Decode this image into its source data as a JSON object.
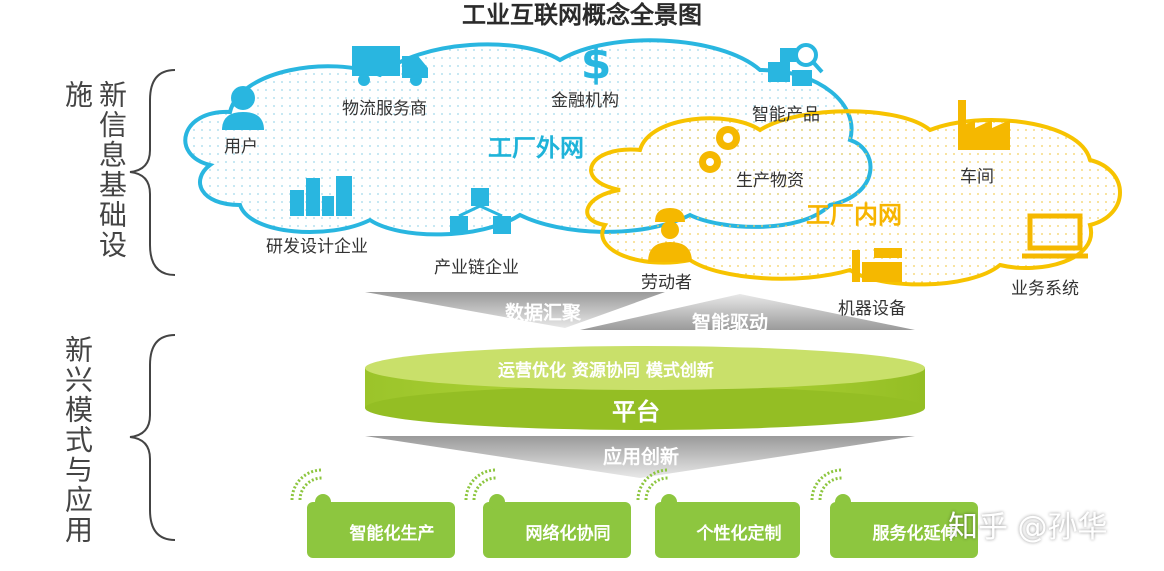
{
  "title": "工业互联网概念全景图",
  "left_labels": {
    "top": "新信息基础设施",
    "bottom": "新兴模式与应用"
  },
  "clouds": {
    "external": {
      "name": "工厂外网",
      "items": {
        "user": "用户",
        "logistics": "物流服务商",
        "finance": "金融机构",
        "smart_product": "智能产品",
        "rnd": "研发设计企业",
        "supply_chain": "产业链企业"
      }
    },
    "internal": {
      "name": "工厂内网",
      "items": {
        "materials": "生产物资",
        "workshop": "车间",
        "worker": "劳动者",
        "machinery": "机器设备",
        "business_system": "业务系统"
      }
    }
  },
  "arrows": {
    "data_aggregation": "数据汇聚",
    "smart_drive": "智能驱动",
    "app_innovation": "应用创新"
  },
  "platform": {
    "top_text": "运营优化 资源协同 模式创新",
    "name": "平台"
  },
  "applications": [
    "智能化生产",
    "网络化协同",
    "个性化定制",
    "服务化延伸"
  ],
  "watermark": "知乎 @孙华",
  "colors": {
    "blue": "#1fb3d9",
    "yellow": "#f7c300",
    "green": "#8cc63f",
    "gray": "#a8a8a8"
  }
}
